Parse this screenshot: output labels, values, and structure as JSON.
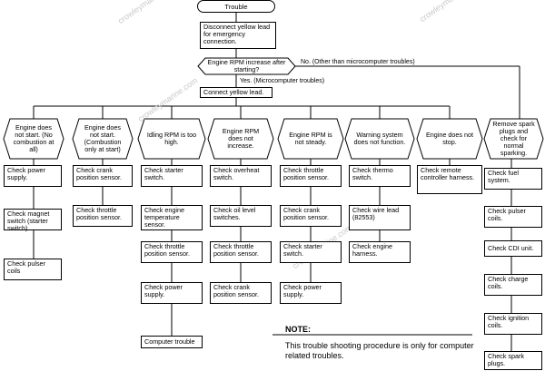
{
  "start": "Trouble",
  "disconnect": "Disconnect yellow lead for emergency connection.",
  "decision": "Engine RPM increase after starting?",
  "no_label": "No. (Other than microcomputer troubles)",
  "yes_label": "Yes. (Microcomputer troubles)",
  "connect": "Connect yellow lead.",
  "symptoms": [
    "Engine does not start. (No combustion at all)",
    "Engine does not start. (Combustion only at start)",
    "Idling RPM is too high.",
    "Engine RPM does not increase.",
    "Engine RPM is not steady.",
    "Warning system does not function.",
    "Engine does not stop.",
    "Remove spark plugs and check for normal sparking."
  ],
  "checks": [
    [
      "Check power supply.",
      "Check magnet switch (starter switch).",
      "Check pulser coils"
    ],
    [
      "Check crank position sensor.",
      "Check throttle position sensor."
    ],
    [
      "Check starter switch.",
      "Check engine temperature sensor.",
      "Check throttle position sensor.",
      "Check power supply."
    ],
    [
      "Check overheat switch.",
      "Check oil level switches.",
      "Check throttle position sensor.",
      "Check crank position sensor."
    ],
    [
      "Check throttle position sensor.",
      "Check crank position sensor.",
      "Check starter switch.",
      "Check power supply."
    ],
    [
      "Check thermo switch.",
      "Check wire lead (82553)",
      "Check engine harness."
    ],
    [
      "Check remote controller harness."
    ],
    [
      "Check fuel system.",
      "Check pulser coils.",
      "Check CDI unit.",
      "Check charge coils.",
      "Check ignition coils.",
      "Check spark plugs."
    ]
  ],
  "computer_trouble": "Computer trouble",
  "note_title": "NOTE:",
  "note_text": "This trouble shooting procedure is only for computer related troubles.",
  "watermark": "crowleymarine.com"
}
